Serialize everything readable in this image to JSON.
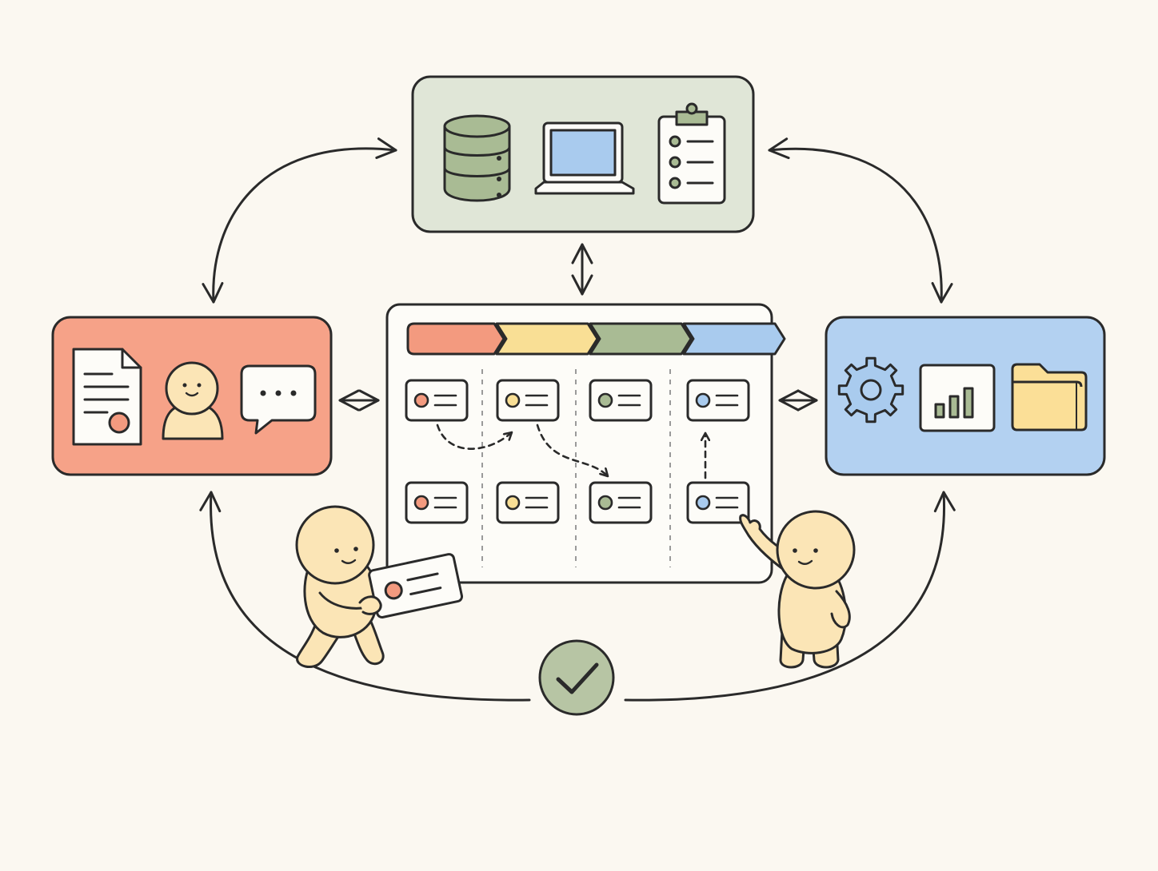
{
  "palette": {
    "background": "#fbf8f1",
    "ink": "#2a2a2a",
    "green": "#a9bb94",
    "green_panel": "#e0e6d7",
    "green_dark": "#8ea27a",
    "red": "#f39a7f",
    "red_panel": "#f6a288",
    "yellow": "#f9df95",
    "skin": "#fbe5b6",
    "blue": "#a9cbee",
    "blue_panel": "#b3d1f1",
    "white": "#fdfcf8",
    "folder": "#fbdf97",
    "check_bg": "#b7c5a4"
  },
  "panels": {
    "top": {
      "icons": [
        "database-icon",
        "laptop-icon",
        "clipboard-checklist-icon"
      ]
    },
    "left": {
      "icons": [
        "document-icon",
        "user-icon",
        "chat-bubble-icon"
      ]
    },
    "right": {
      "icons": [
        "gear-icon",
        "bar-chart-icon",
        "folder-icon"
      ]
    }
  },
  "kanban": {
    "stages": [
      {
        "color": "#f39a7f"
      },
      {
        "color": "#f9df95"
      },
      {
        "color": "#a9bb94"
      },
      {
        "color": "#a9cbee"
      }
    ],
    "cards": [
      {
        "column": 0,
        "row": 0,
        "dot": "#f39a7f"
      },
      {
        "column": 1,
        "row": 0,
        "dot": "#f9df95"
      },
      {
        "column": 2,
        "row": 0,
        "dot": "#a9bb94"
      },
      {
        "column": 3,
        "row": 0,
        "dot": "#a9cbee"
      },
      {
        "column": 0,
        "row": 1,
        "dot": "#f39a7f"
      },
      {
        "column": 1,
        "row": 1,
        "dot": "#f9df95"
      },
      {
        "column": 2,
        "row": 1,
        "dot": "#a9bb94"
      },
      {
        "column": 3,
        "row": 1,
        "dot": "#a9cbee"
      }
    ]
  },
  "center_badge": {
    "icon": "checkmark-icon"
  },
  "characters": [
    "character-carrying-card",
    "character-pointing"
  ]
}
